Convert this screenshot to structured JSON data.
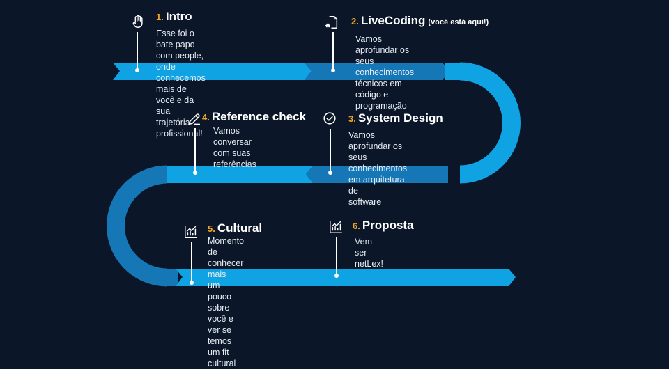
{
  "colors": {
    "background": "#0b1629",
    "road_light": "#10a3e3",
    "road_dark": "#1577b5",
    "step_number": "#f5a623",
    "text": "#ffffff"
  },
  "steps": [
    {
      "number": "1.",
      "title": "Intro",
      "note": "",
      "icon": "hand-icon",
      "lines": [
        "Esse foi o bate papo com people,",
        "onde conhecemos mais de você e da",
        "sua trajetória profissional!"
      ]
    },
    {
      "number": "2.",
      "title": "LiveCoding",
      "note": "(você está aqui!)",
      "icon": "document-code-icon",
      "lines": [
        "Vamos aprofundar os seus conhecimentos",
        "técnicos em código e programação"
      ]
    },
    {
      "number": "3.",
      "title": "System Design",
      "note": "",
      "icon": "check-circle-icon",
      "lines": [
        "Vamos aprofundar os seus",
        "conhecimentos em arquitetura de",
        "software"
      ]
    },
    {
      "number": "4.",
      "title": "Reference check",
      "note": "",
      "icon": "pen-icon",
      "lines": [
        "Vamos conversar com suas",
        "referências"
      ]
    },
    {
      "number": "5.",
      "title": "Cultural",
      "note": "",
      "icon": "chart-icon",
      "lines": [
        "Momento de conhecer mais",
        "um pouco sobre você e ver se",
        "temos um fit cultural"
      ]
    },
    {
      "number": "6.",
      "title": "Proposta",
      "note": "",
      "icon": "chart-icon",
      "lines": [
        "Vem ser netLex!"
      ]
    }
  ]
}
